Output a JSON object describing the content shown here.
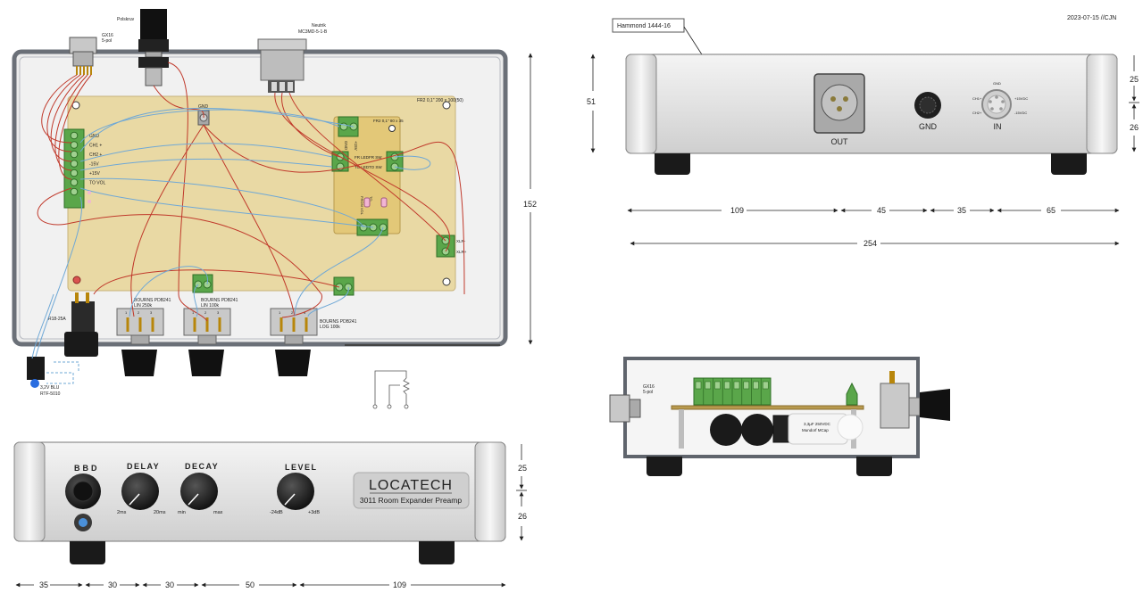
{
  "header": {
    "date_sig": "2023-07-15 //CJN"
  },
  "top_connectors": {
    "gx16": "GX16",
    "gx16_pins": "5-pol",
    "polskruv": "Polskruv",
    "neutrik": "Neutrik",
    "neutrik_part": "MC3MD-5-1-B"
  },
  "pcb": {
    "main_size": "FR2 0,1\" 200 x 100(50)",
    "sub_size": "FR2 0,1\" 80 x 35",
    "gnd": "GND",
    "left_terminal_labels": [
      "GND",
      "CH1 +",
      "CH2 +",
      "-15V",
      "+15V",
      "TO VOL",
      ""
    ],
    "sub_gnd": "GND",
    "sub_plus15": "+15V",
    "fr_led": "FR LED",
    "fr_sw": "FR SW",
    "to_led": "TO LED",
    "to_sw": "TO SW",
    "to_vol_vertical": "FROM VOL",
    "to_vertical": "TO",
    "xlr_minus": "XLR-",
    "xlr_plus": "XLR+"
  },
  "pots": [
    {
      "name": "BOURNS PDB241",
      "spec": "LIN 250k"
    },
    {
      "name": "BOURNS PDB241",
      "spec": "LIN 100k"
    },
    {
      "name": "BOURNS PDB241",
      "spec": "LOG 100k"
    }
  ],
  "pot_pins": [
    "1",
    "2",
    "3"
  ],
  "switch_label": "R18-25A",
  "led_label_1": "3,2V BLU",
  "led_label_2": "RTF-5010",
  "rear": {
    "enclosure": "Hammond 1444-16",
    "out": "OUT",
    "gnd": "GND",
    "in": "IN",
    "in_pins": {
      "gnd": "GND",
      "ch1": "CH1+",
      "ch2": "CH2+",
      "p15": "+15VDC",
      "m15": "-15VDC"
    }
  },
  "side": {
    "gx16": "GX16",
    "gx16_pins": "5-pol",
    "cap_text_1": "3,3µF 250VDC",
    "cap_text_2": "Mundorf MCap"
  },
  "front": {
    "bbd": "BBD",
    "delay": "DELAY",
    "decay": "DECAY",
    "level": "LEVEL",
    "delay_min": "2ms",
    "delay_max": "20ms",
    "decay_min": "min",
    "decay_max": "max",
    "level_min": "-24dB",
    "level_max": "+3dB",
    "brand": "LOCATECH",
    "model": "3011 Room Expander Preamp"
  },
  "dimensions": {
    "top_height": "152",
    "rear_height": "51",
    "rear_upper": "25",
    "rear_lower": "26",
    "rear_w1": "109",
    "rear_w2": "45",
    "rear_w3": "35",
    "rear_w4": "65",
    "rear_total": "254",
    "front_upper": "25",
    "front_lower": "26",
    "front_w1": "35",
    "front_w2": "30",
    "front_w3": "30",
    "front_w4": "50",
    "front_w5": "109"
  },
  "colors": {
    "pcb": "#e9d9a4",
    "terminal": "#5aa64a",
    "wire_red": "#c0392b",
    "wire_blue": "#6fa8d6",
    "chassis": "#d7d7d7"
  }
}
